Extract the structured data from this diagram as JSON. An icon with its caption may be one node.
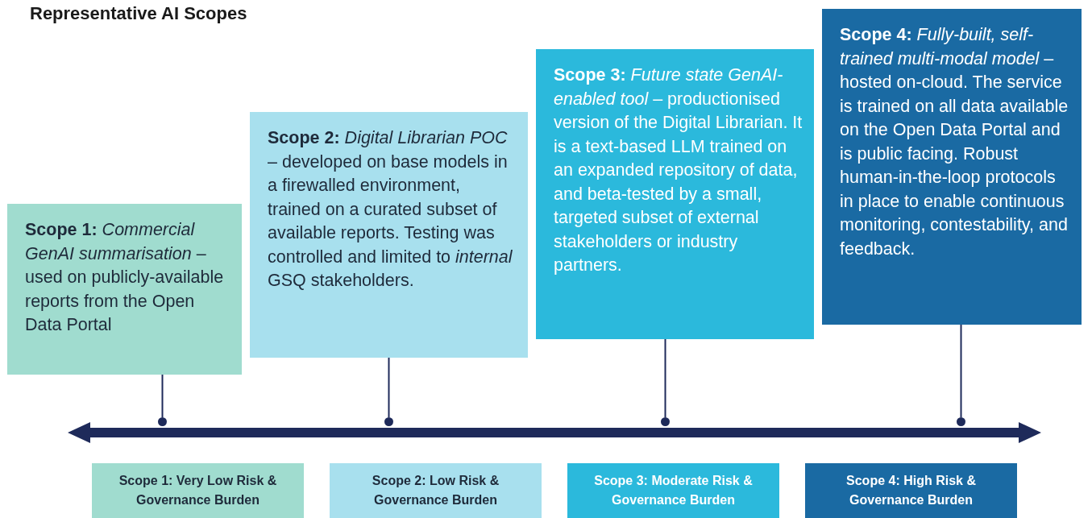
{
  "diagram": {
    "title": "Representative AI Scopes",
    "nodes": [
      {
        "text": [
          "**Scope 1:** *Commercial GenAI summarisation* – used on publicly-available reports from the Open Data Portal"
        ]
      },
      {
        "text": [
          "**Scope 2:** *Digital Librarian POC* – developed on base models in a firewalled environment, trained on a curated subset of available reports. Testing was controlled and limited to *internal* GSQ stakeholders."
        ]
      },
      {
        "text": [
          "**Scope 3:** *Future state GenAI-enabled tool* – productionised version of the Digital Librarian. It is a text-based LLM trained on an expanded repository of data, and beta-tested by a small, targeted subset of external stakeholders or industry partners."
        ]
      },
      {
        "text": [
          "**Scope 4:** *Fully-built, self-trained multi-modal model* – hosted on-cloud. The service is trained on all data available on the Open Data Portal and is public facing. Robust human-in-the-loop protocols in place to enable continuous monitoring, contestability, and feedback."
        ]
      },
      {
        "text": [],
        "shape": "bar"
      },
      {
        "text": [],
        "shape": "circle"
      },
      {
        "text": [],
        "shape": "circle"
      },
      {
        "text": [],
        "shape": "circle"
      },
      {
        "text": [],
        "shape": "circle"
      },
      {
        "text": [
          "Scope 1: Very Low Risk & Governance Burden"
        ]
      },
      {
        "text": [
          "Scope 2: Low Risk & Governance Burden"
        ]
      },
      {
        "text": [
          "Scope 3: Moderate Risk & Governance Burden"
        ]
      },
      {
        "text": [
          "Scope 4: High Risk & Governance Burden"
        ]
      }
    ],
    "edges": [
      {
        "from": 0,
        "to": 5,
        "arrow": "none"
      },
      {
        "from": 1,
        "to": 6,
        "arrow": "none"
      },
      {
        "from": 2,
        "to": 7,
        "arrow": "none"
      },
      {
        "from": 3,
        "to": 8,
        "arrow": "none"
      }
    ]
  }
}
